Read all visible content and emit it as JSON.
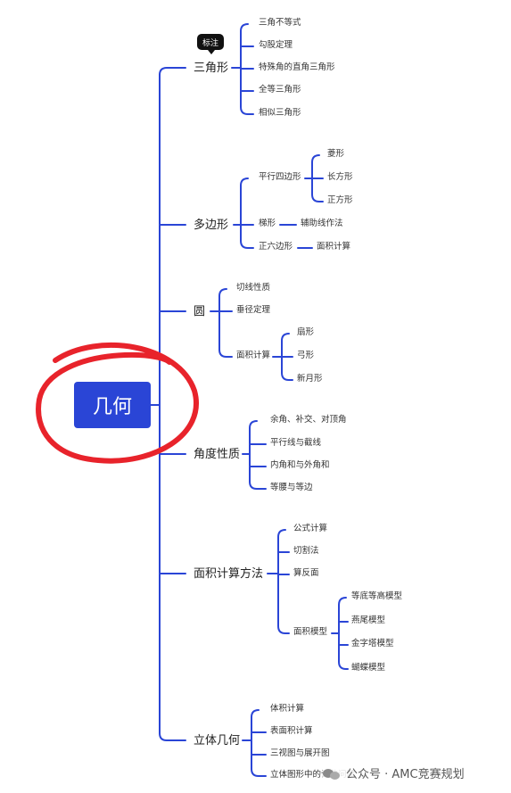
{
  "root": "几何",
  "badge": "标注",
  "watermark": "公众号 · AMC竞赛规划",
  "colors": {
    "accent": "#2a45d6",
    "highlight_circle": "#e8232b"
  },
  "branches": [
    {
      "label": "三角形",
      "children": [
        "三角不等式",
        "勾股定理",
        "特殊角的直角三角形",
        "全等三角形",
        "相似三角形"
      ]
    },
    {
      "label": "多边形",
      "children": [
        {
          "label": "平行四边形",
          "children": [
            "菱形",
            "长方形",
            "正方形"
          ]
        },
        {
          "label": "梯形",
          "children": [
            "辅助线作法"
          ]
        },
        {
          "label": "正六边形",
          "children": [
            "面积计算"
          ]
        }
      ]
    },
    {
      "label": "圆",
      "children": [
        "切线性质",
        "垂径定理",
        {
          "label": "面积计算",
          "children": [
            "扇形",
            "弓形",
            "新月形"
          ]
        }
      ]
    },
    {
      "label": "角度性质",
      "children": [
        "余角、补交、对顶角",
        "平行线与截线",
        "内角和与外角和",
        "等腰与等边"
      ]
    },
    {
      "label": "面积计算方法",
      "children": [
        "公式计算",
        "切割法",
        "算反面",
        {
          "label": "面积模型",
          "children": [
            "等底等高模型",
            "燕尾模型",
            "金字塔模型",
            "蝴蝶模型"
          ]
        }
      ]
    },
    {
      "label": "立体几何",
      "children": [
        "体积计算",
        "表面积计算",
        "三视图与展开图",
        "立体图形中的计数问题"
      ]
    }
  ]
}
